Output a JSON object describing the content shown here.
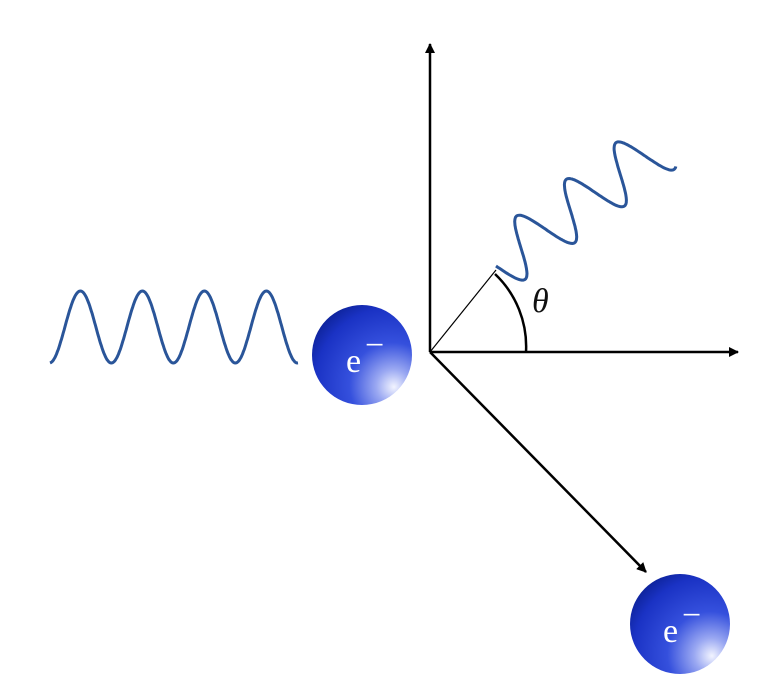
{
  "diagram": {
    "angle_label": "θ",
    "electron_label": "e",
    "charge_sign": "−",
    "colors": {
      "wave": "#2a5599",
      "axis": "#000000",
      "electron_dark": "#0a1f8f",
      "electron_mid": "#2d49d8",
      "electron_light": "#dfe4ff"
    },
    "elements": {
      "incident_wave": "incident-photon-wave",
      "scattered_wave": "scattered-photon-wave",
      "electron_initial": "electron-at-rest",
      "electron_recoil": "recoil-electron"
    }
  }
}
